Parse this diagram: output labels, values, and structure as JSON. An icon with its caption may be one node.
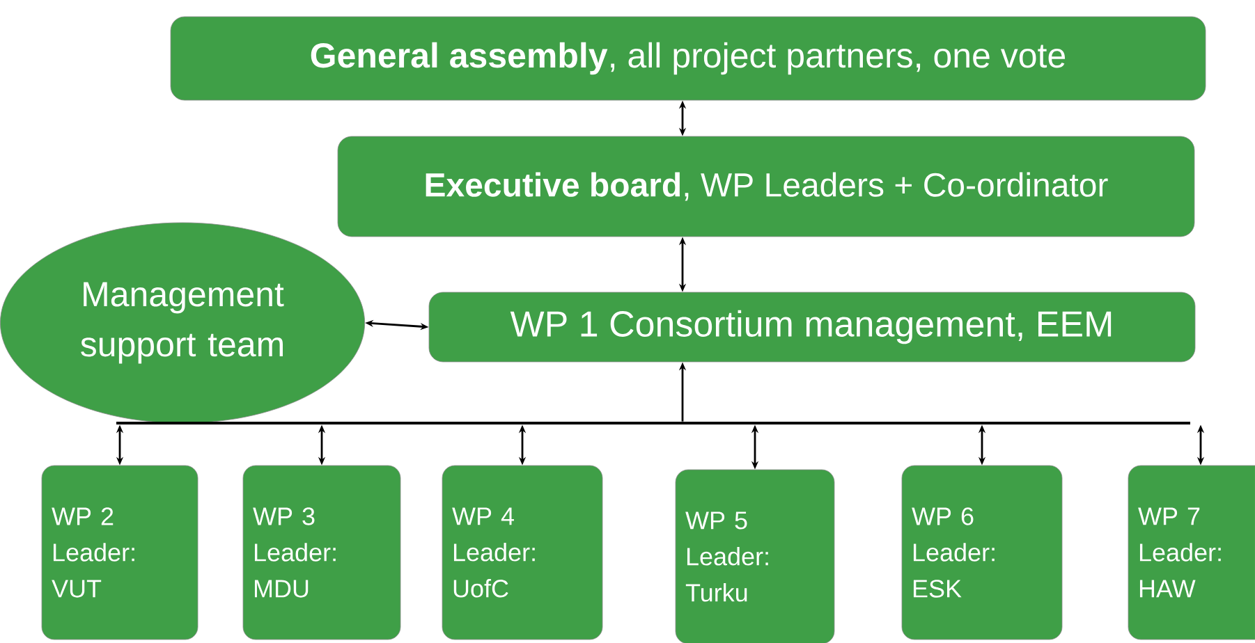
{
  "diagram": {
    "nodes": [
      {
        "text": [
          "**General assembly**, all project partners, one vote"
        ]
      },
      {
        "text": [
          "**Executive board**, WP Leaders + Co-ordinator"
        ]
      },
      {
        "text": [
          "Management support team"
        ]
      },
      {
        "text": [
          "WP 1 Consortium management, EEM"
        ]
      },
      {
        "text": [],
        "shape": "bar"
      },
      {
        "text": [
          "WP 2 Leader: VUT"
        ]
      },
      {
        "text": [
          "WP 3 Leader: MDU"
        ]
      },
      {
        "text": [
          "WP 4 Leader: UofC"
        ]
      },
      {
        "text": [
          "WP 5 Leader: Turku"
        ]
      },
      {
        "text": [
          "WP 6 Leader: ESK"
        ]
      },
      {
        "text": [
          "WP 7 Leader: HAW"
        ]
      }
    ],
    "edges": [
      {
        "from": 0,
        "to": 1,
        "arrow": "both"
      },
      {
        "from": 1,
        "to": 3,
        "arrow": "both"
      },
      {
        "from": 2,
        "to": 3,
        "arrow": "both"
      },
      {
        "from": 4,
        "to": 3,
        "arrow": "to"
      },
      {
        "from": 4,
        "to": 5,
        "arrow": "both"
      },
      {
        "from": 4,
        "to": 6,
        "arrow": "both"
      },
      {
        "from": 4,
        "to": 7,
        "arrow": "both"
      },
      {
        "from": 4,
        "to": 8,
        "arrow": "both"
      },
      {
        "from": 4,
        "to": 9,
        "arrow": "both"
      },
      {
        "from": 4,
        "to": 10,
        "arrow": "both"
      }
    ]
  }
}
